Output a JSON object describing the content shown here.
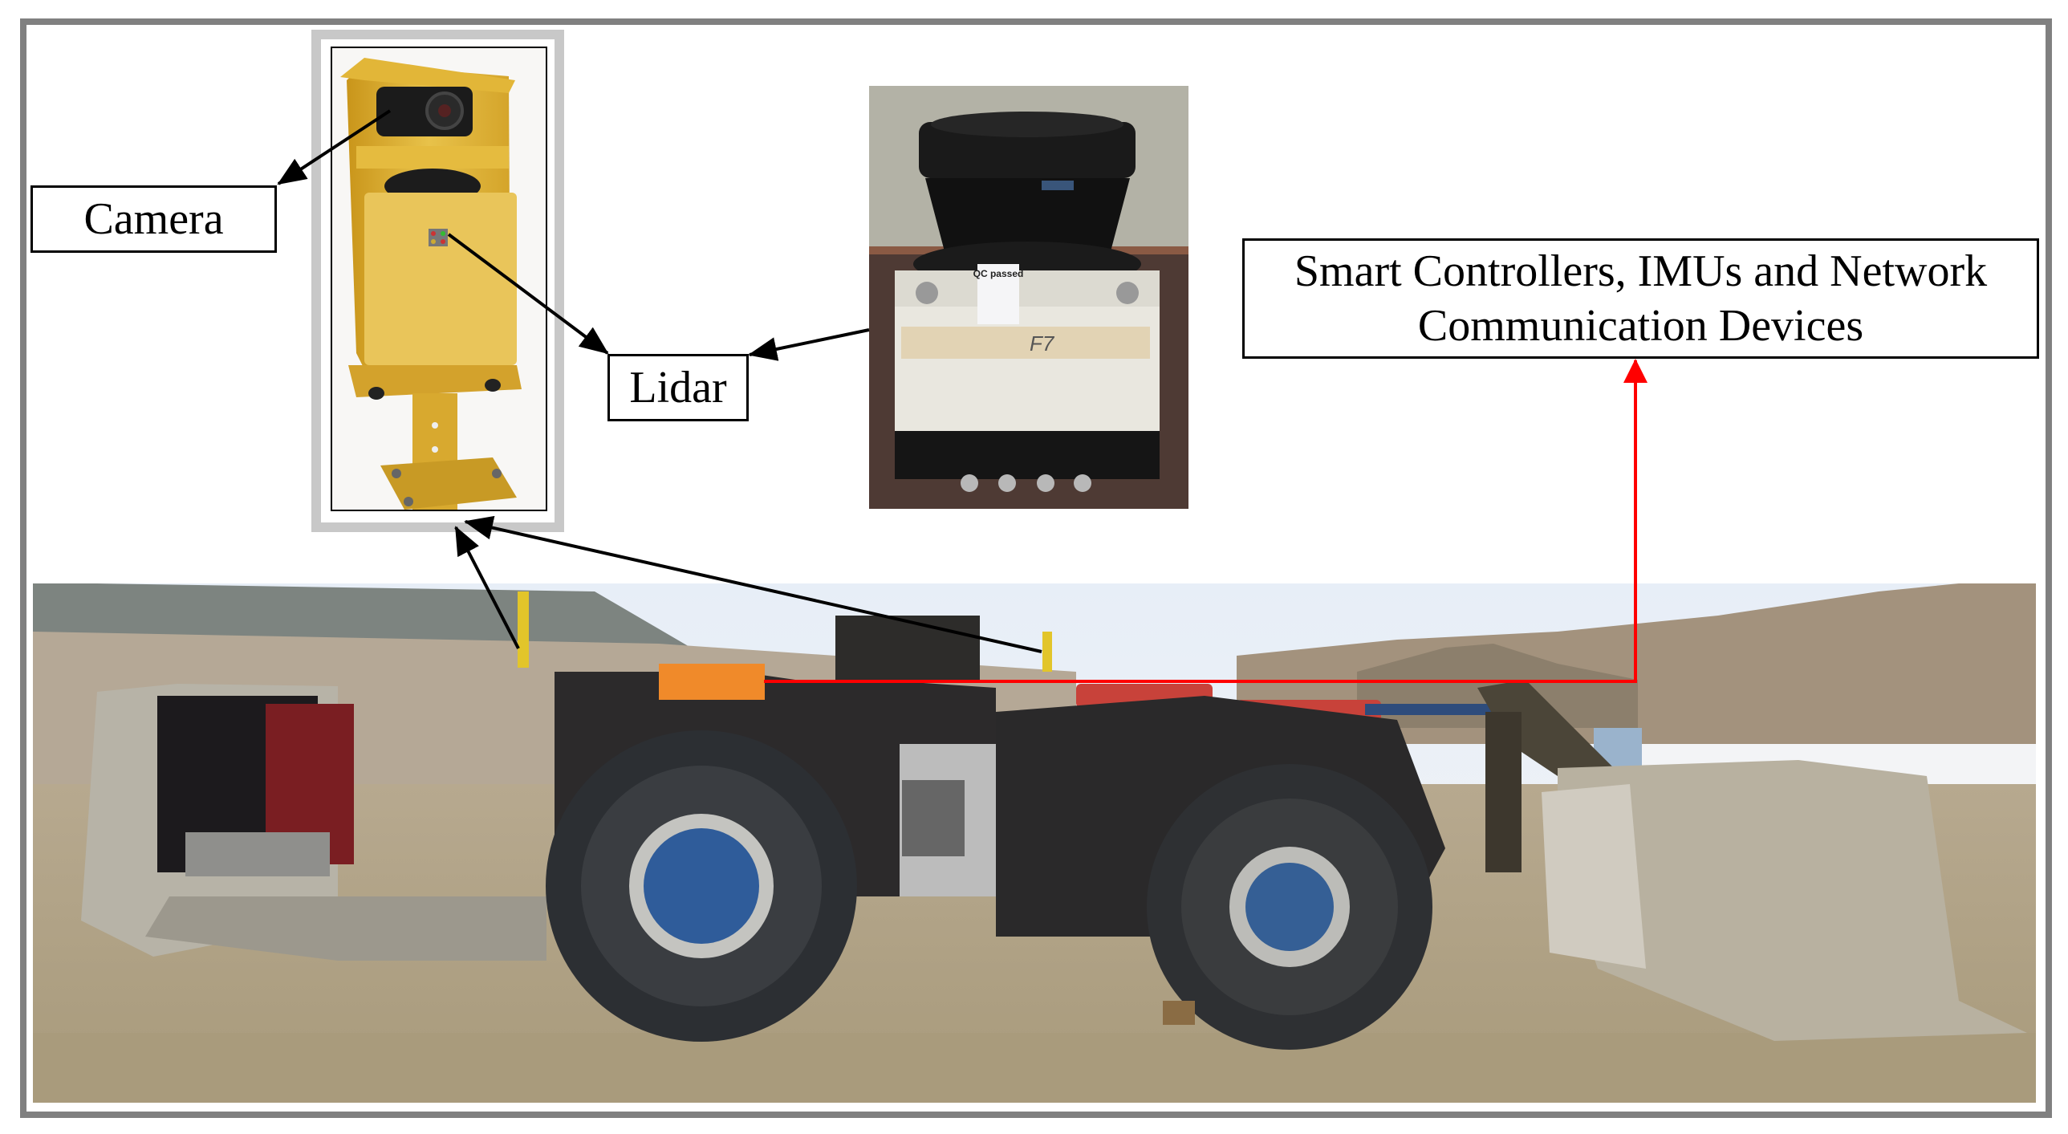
{
  "figure": {
    "type": "annotated photo diagram",
    "subject": "Underground LHD mining loader with retrofitted autonomy sensors"
  },
  "labels": {
    "camera": "Camera",
    "lidar": "Lidar",
    "controllers_line1": "Smart Controllers, IMUs and Network",
    "controllers_line2": "Communication Devices"
  },
  "photos": {
    "sensor_unit": {
      "description": "Yellow sensor mount with camera on top and lidar in housing"
    },
    "lidar_unit": {
      "description": "2D lidar scanner",
      "sticker_text": "QC passed",
      "handwritten_text": "F7"
    },
    "vehicle": {
      "description": "Load-haul-dump vehicle side view in open-pit yard"
    }
  },
  "arrows": {
    "black_color": "#000000",
    "red_color": "#ff0000"
  },
  "colors": {
    "outer_border": "#808080",
    "sensor_frame": "#c8c8c8",
    "mount_yellow": "#e0b530",
    "controller_box_orange": "#f08a2a",
    "wheel_hub_blue": "#2f5c9a"
  }
}
